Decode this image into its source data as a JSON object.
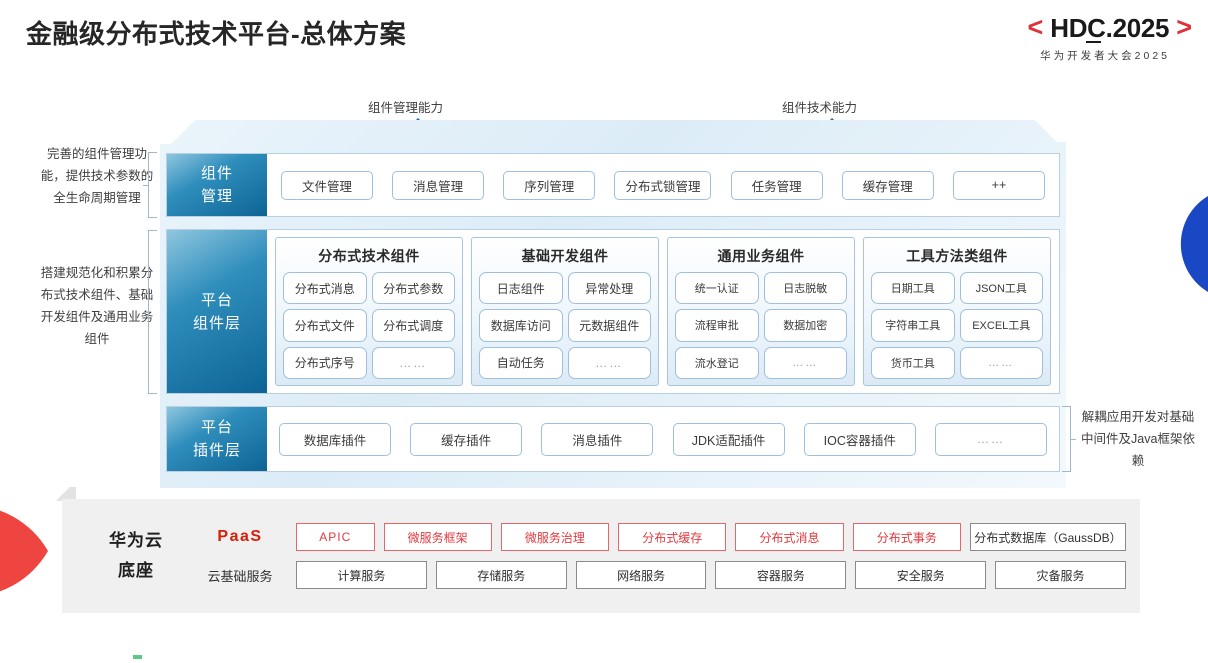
{
  "header": {
    "title": "金融级分布式技术平台-总体方案",
    "logo": {
      "open_bracket": "<",
      "text": "HDC.2025",
      "close_bracket": ">",
      "subtitle": "华为开发者大会2025"
    },
    "colors": {
      "brand_red": "#e0303a",
      "logo_text": "#1a1a1a"
    }
  },
  "arrows": {
    "left_caption": "组件管理能力",
    "right_caption": "组件技术能力",
    "color": "#1a6fa8"
  },
  "side_notes": {
    "left_top": "完善的组件管理功能，提供技术参数的全生命周期管理",
    "left_bottom": "搭建规范化和积累分布式技术组件、基础开发组件及通用业务组件",
    "right": "解耦应用开发对基础中间件及Java框架依赖"
  },
  "layers": [
    {
      "id": "component-management",
      "label": "组件\n管理",
      "items": [
        "文件管理",
        "消息管理",
        "序列管理",
        "分布式锁管理",
        "任务管理",
        "缓存管理",
        "++"
      ]
    },
    {
      "id": "platform-component",
      "label": "平台\n组件层",
      "groups": [
        {
          "title": "分布式技术组件",
          "items": [
            "分布式消息",
            "分布式参数",
            "分布式文件",
            "分布式调度",
            "分布式序号",
            "……"
          ]
        },
        {
          "title": "基础开发组件",
          "items": [
            "日志组件",
            "异常处理",
            "数据库访问",
            "元数据组件",
            "自动任务",
            "……"
          ]
        },
        {
          "title": "通用业务组件",
          "items": [
            "统一认证",
            "日志脱敏",
            "流程审批",
            "数据加密",
            "流水登记",
            "……"
          ]
        },
        {
          "title": "工具方法类组件",
          "items": [
            "日期工具",
            "JSON工具",
            "字符串工具",
            "EXCEL工具",
            "货币工具",
            "……"
          ]
        }
      ]
    },
    {
      "id": "platform-plugin",
      "label": "平台\n插件层",
      "items": [
        "数据库插件",
        "缓存插件",
        "消息插件",
        "JDK适配插件",
        "IOC容器插件",
        "……"
      ]
    }
  ],
  "base": {
    "title": "华为云\n底座",
    "rows": [
      {
        "label": "PaaS",
        "label_color": "#d81e06",
        "items": [
          {
            "text": "APIC",
            "style": "red",
            "size": "narrow"
          },
          {
            "text": "微服务框架",
            "style": "red",
            "size": "normal"
          },
          {
            "text": "微服务治理",
            "style": "red",
            "size": "normal"
          },
          {
            "text": "分布式缓存",
            "style": "red",
            "size": "normal"
          },
          {
            "text": "分布式消息",
            "style": "red",
            "size": "normal"
          },
          {
            "text": "分布式事务",
            "style": "red",
            "size": "normal"
          },
          {
            "text": "分布式数据库（GaussDB）",
            "style": "gray",
            "size": "wide"
          }
        ]
      },
      {
        "label": "云基础服务",
        "label_color": "#333333",
        "items": [
          {
            "text": "计算服务",
            "style": "gray",
            "size": "normal"
          },
          {
            "text": "存储服务",
            "style": "gray",
            "size": "normal"
          },
          {
            "text": "网络服务",
            "style": "gray",
            "size": "normal"
          },
          {
            "text": "容器服务",
            "style": "gray",
            "size": "normal"
          },
          {
            "text": "安全服务",
            "style": "gray",
            "size": "normal"
          },
          {
            "text": "灾备服务",
            "style": "gray",
            "size": "normal"
          }
        ]
      }
    ]
  },
  "decor": {
    "wedge_color": "#ee4540",
    "lens_color": "#1a47c4",
    "tick_color": "#5ccb7f"
  }
}
